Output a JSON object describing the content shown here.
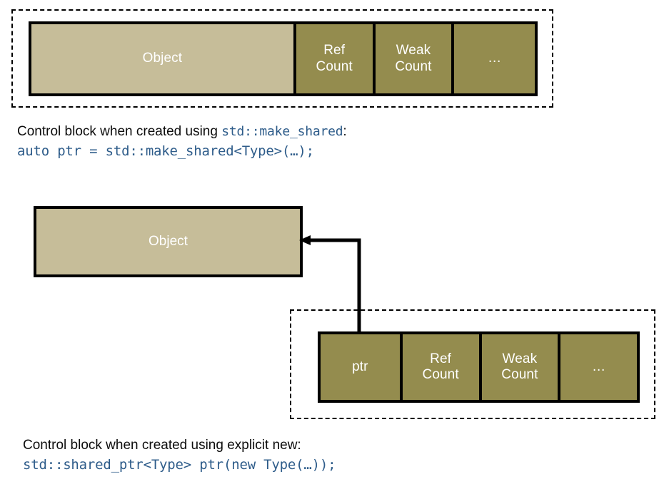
{
  "diagram": {
    "title_semantic": "cpp-shared-ptr-control-block-layouts",
    "colors": {
      "object_fill": "#C6BD99",
      "control_fill": "#948C4E",
      "border": "#000000",
      "code_text": "#2E5C8A",
      "prose_text": "#0D0D0D",
      "cell_label": "#FFFFFF",
      "background": "#FFFFFF"
    },
    "make_shared_group": {
      "cells": [
        {
          "label": "Object",
          "kind": "object"
        },
        {
          "label": "Ref\nCount",
          "kind": "control"
        },
        {
          "label": "Weak\nCount",
          "kind": "control"
        },
        {
          "label": "…",
          "kind": "control"
        }
      ],
      "caption": {
        "prose": "Control block when created using ",
        "code_inline": "std::make_shared",
        "prose_tail": ":",
        "code_line": "auto ptr = std::make_shared<Type>(…);"
      }
    },
    "explicit_new_group": {
      "object_box": {
        "label": "Object"
      },
      "cells": [
        {
          "label": "ptr",
          "kind": "control"
        },
        {
          "label": "Ref\nCount",
          "kind": "control"
        },
        {
          "label": "Weak\nCount",
          "kind": "control"
        },
        {
          "label": "…",
          "kind": "control"
        }
      ],
      "caption": {
        "prose": "Control block when created using explicit new:",
        "code_line": "std::shared_ptr<Type> ptr(new Type(…));"
      }
    }
  }
}
